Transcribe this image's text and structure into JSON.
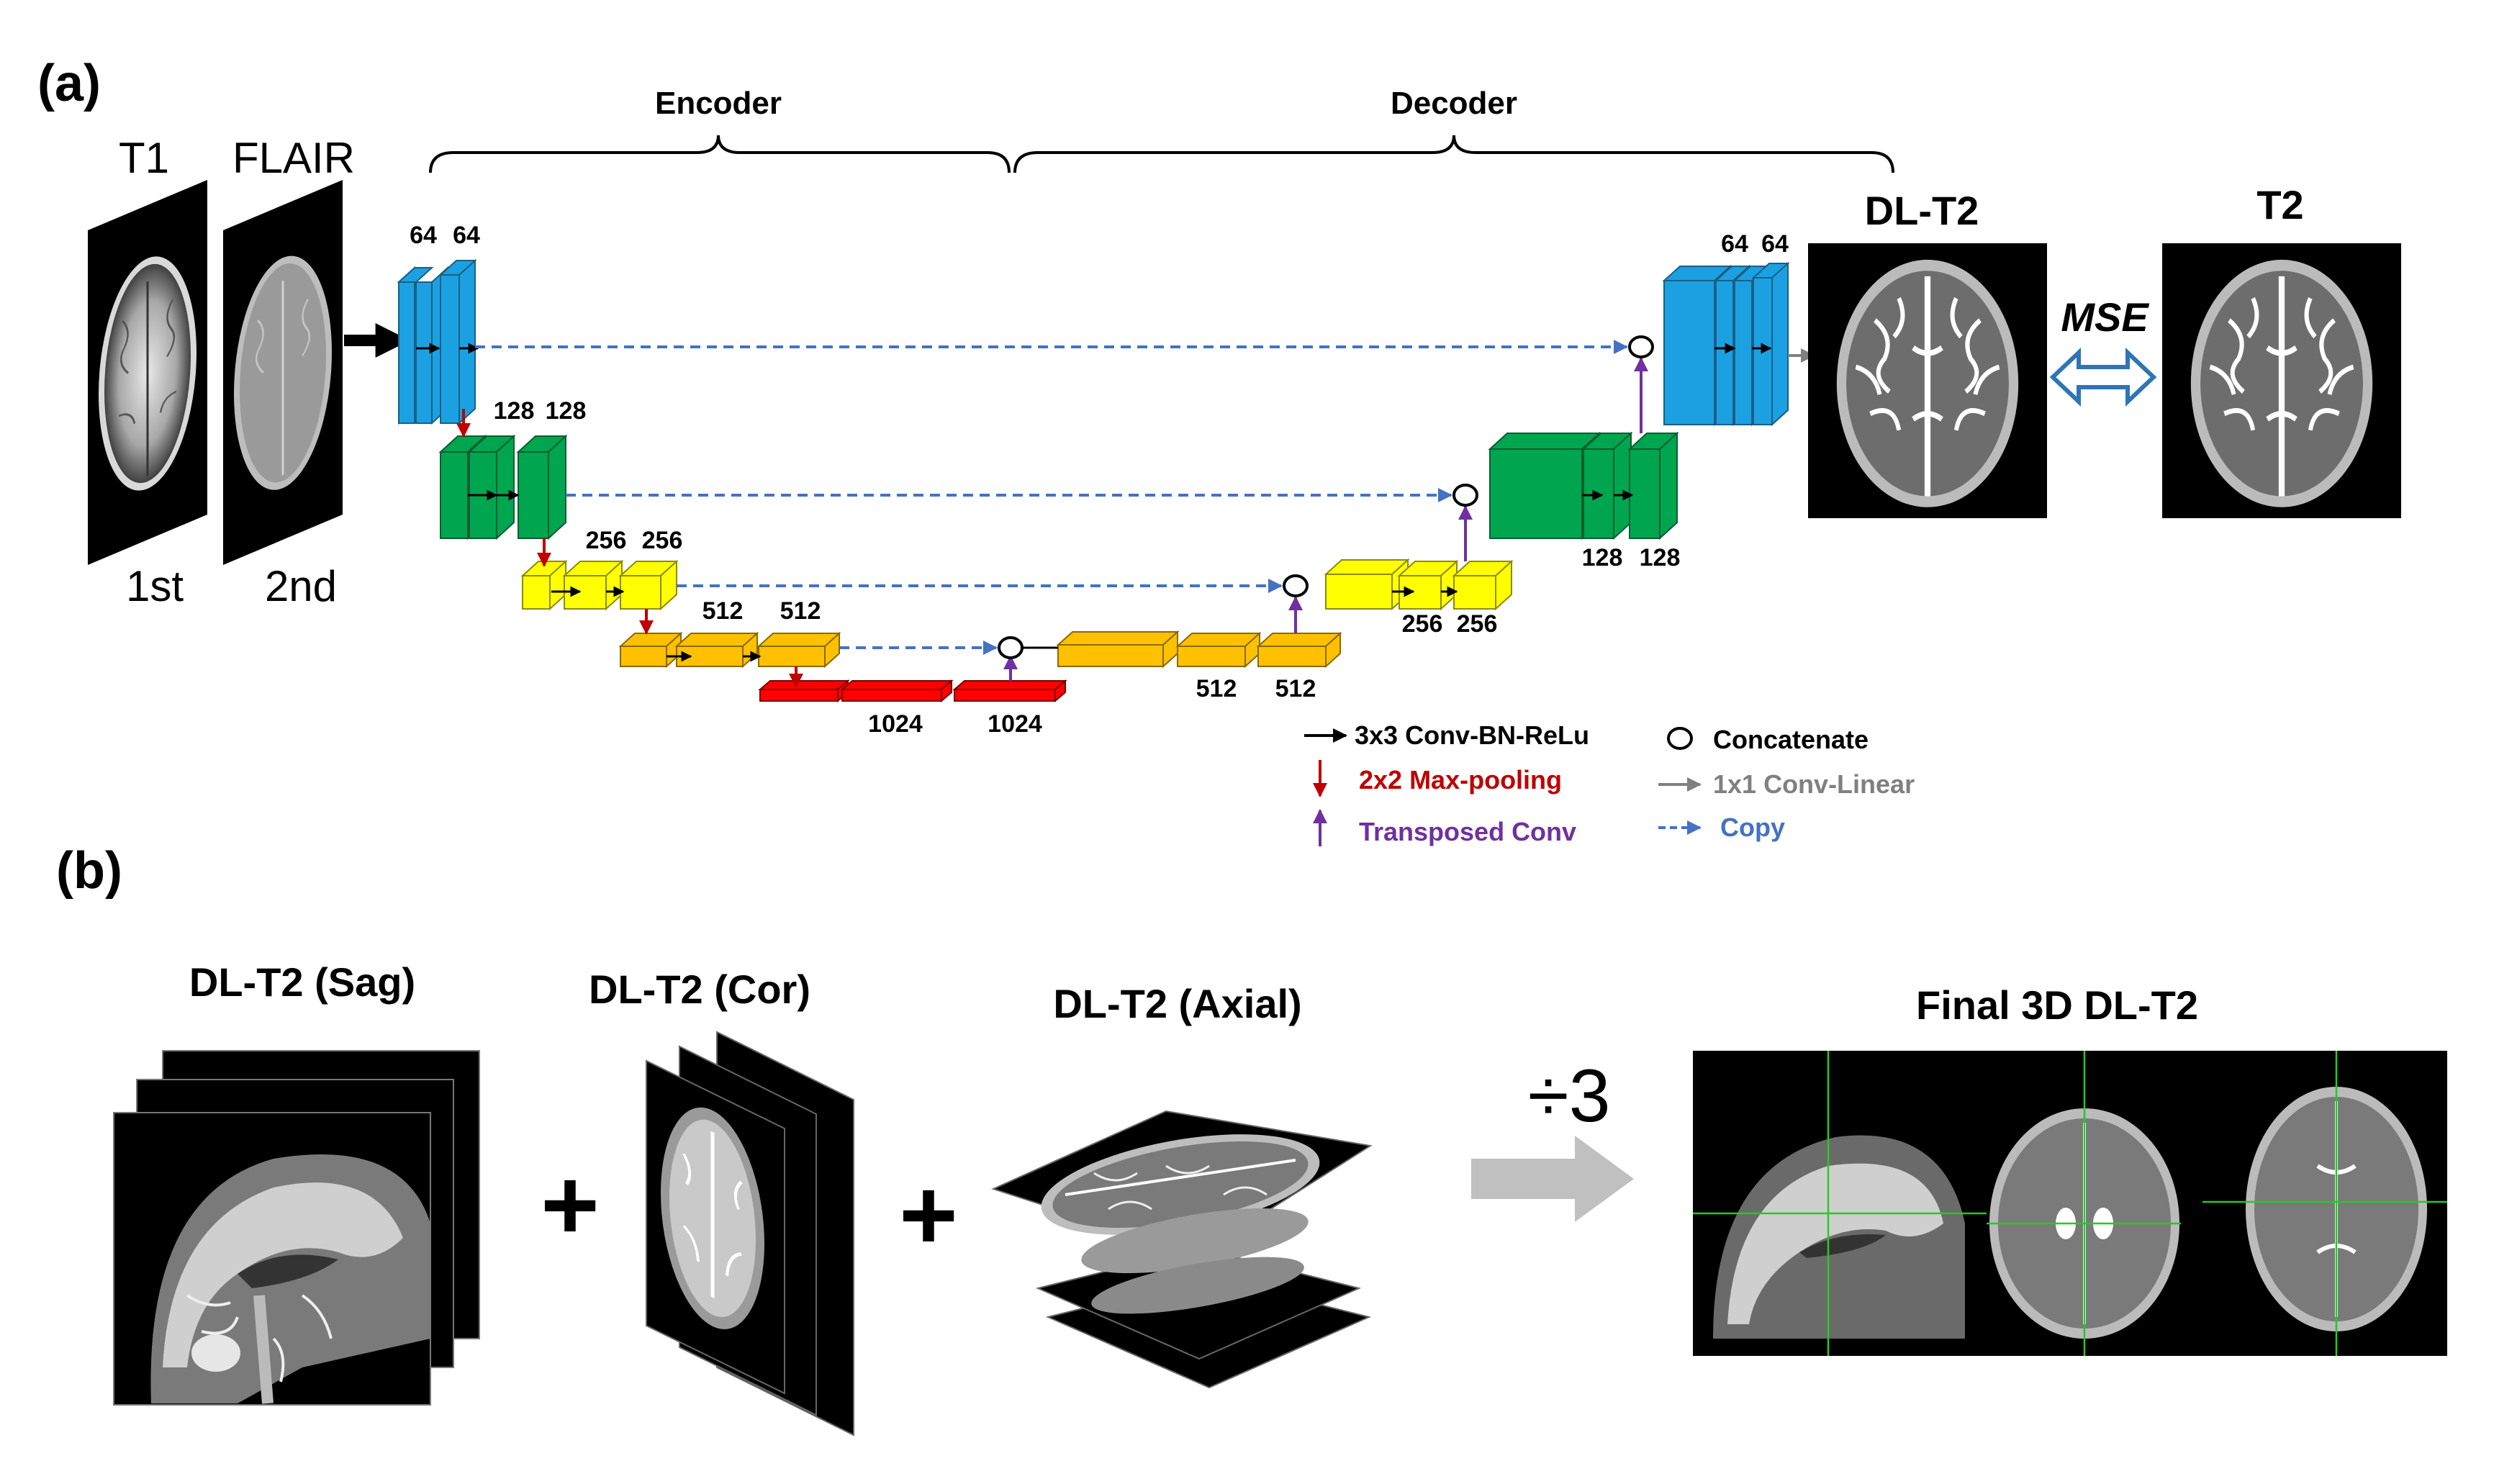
{
  "panel_a": {
    "label": "(a)",
    "encoder_label": "Encoder",
    "decoder_label": "Decoder",
    "inputs": [
      {
        "name": "T1",
        "order": "1st"
      },
      {
        "name": "FLAIR",
        "order": "2nd"
      }
    ],
    "encoder_channel_labels": {
      "level1": [
        "64",
        "64"
      ],
      "level2": [
        "128",
        "128"
      ],
      "level3": [
        "256",
        "256"
      ],
      "level4": [
        "512",
        "512"
      ],
      "bottleneck": [
        "1024",
        "1024"
      ]
    },
    "decoder_channel_labels": {
      "level4": [
        "512",
        "512"
      ],
      "level3": [
        "256",
        "256"
      ],
      "level2": [
        "128",
        "128"
      ],
      "level1": [
        "64",
        "64"
      ]
    },
    "output_label": "DL-T2",
    "target_label": "T2",
    "loss_label": "MSE",
    "legend": [
      {
        "symbol": "black-arrow",
        "text": "3x3 Conv-BN-ReLu",
        "color": "#000000"
      },
      {
        "symbol": "red-down-arrow",
        "text": "2x2 Max-pooling",
        "color": "#c00000"
      },
      {
        "symbol": "purple-up-arrow",
        "text": "Transposed Conv",
        "color": "#7030a0"
      },
      {
        "symbol": "circle",
        "text": "Concatenate",
        "color": "#000000"
      },
      {
        "symbol": "gray-arrow",
        "text": "1x1 Conv-Linear",
        "color": "#808080"
      },
      {
        "symbol": "blue-dashed-arrow",
        "text": "Copy",
        "color": "#4472c4"
      }
    ],
    "block_colors": {
      "level1": "#1ba1e2",
      "level2": "#00a550",
      "level3": "#ffff00",
      "level4": "#ffc000",
      "bottleneck": "#ff0000"
    }
  },
  "panel_b": {
    "label": "(b)",
    "stacks": [
      {
        "label": "DL-T2 (Sag)"
      },
      {
        "label": "DL-T2 (Cor)"
      },
      {
        "label": "DL-T2 (Axial)"
      }
    ],
    "plus_symbol": "+",
    "divide_label": "÷3",
    "final_label": "Final 3D DL-T2"
  }
}
